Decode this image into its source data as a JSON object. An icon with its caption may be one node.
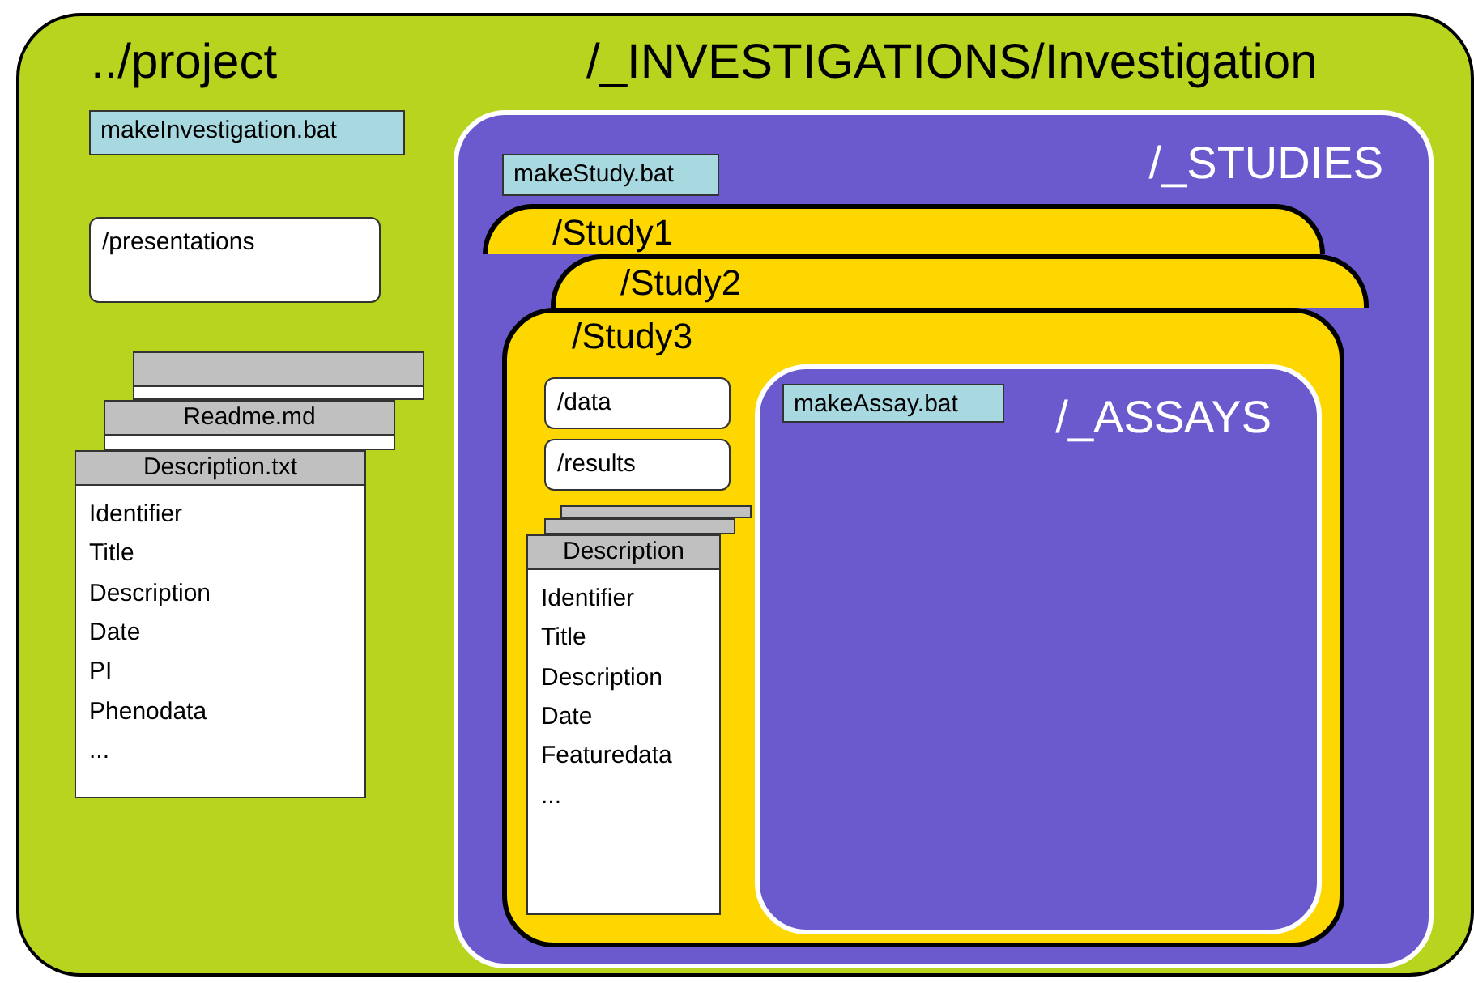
{
  "diagram": {
    "nodes": [
      {
        "text": [
          "../project",
          "/_INVESTIGATIONS/Investigation"
        ]
      },
      {
        "text": [
          "makeInvestigation.bat"
        ],
        "in": 0
      },
      {
        "text": [
          "/presentations"
        ],
        "in": 0
      },
      {
        "text": [],
        "shape": "box",
        "in": 0
      },
      {
        "text": [
          "Readme.md"
        ],
        "in": 0
      },
      {
        "text": [
          "Description.txt",
          "Identifier",
          "Title",
          "Description",
          "Date",
          "PI",
          "Phenodata",
          "..."
        ],
        "in": 0
      },
      {
        "text": [
          "/_STUDIES"
        ],
        "in": 0
      },
      {
        "text": [
          "makeStudy.bat"
        ],
        "in": 6
      },
      {
        "text": [
          "/Study1"
        ],
        "in": 6
      },
      {
        "text": [
          "/Study2"
        ],
        "in": 6
      },
      {
        "text": [
          "/Study3"
        ],
        "in": 6
      },
      {
        "text": [
          "/data"
        ],
        "in": 10
      },
      {
        "text": [
          "/results"
        ],
        "in": 10
      },
      {
        "text": [],
        "shape": "box",
        "in": 10
      },
      {
        "text": [],
        "shape": "box",
        "in": 10
      },
      {
        "text": [
          "Description",
          "Identifier",
          "Title",
          "Description",
          "Date",
          "Featuredata",
          "..."
        ],
        "in": 10
      },
      {
        "text": [
          "/_ASSAYS"
        ],
        "in": 10
      },
      {
        "text": [
          "makeAssay.bat"
        ],
        "in": 16
      }
    ]
  }
}
